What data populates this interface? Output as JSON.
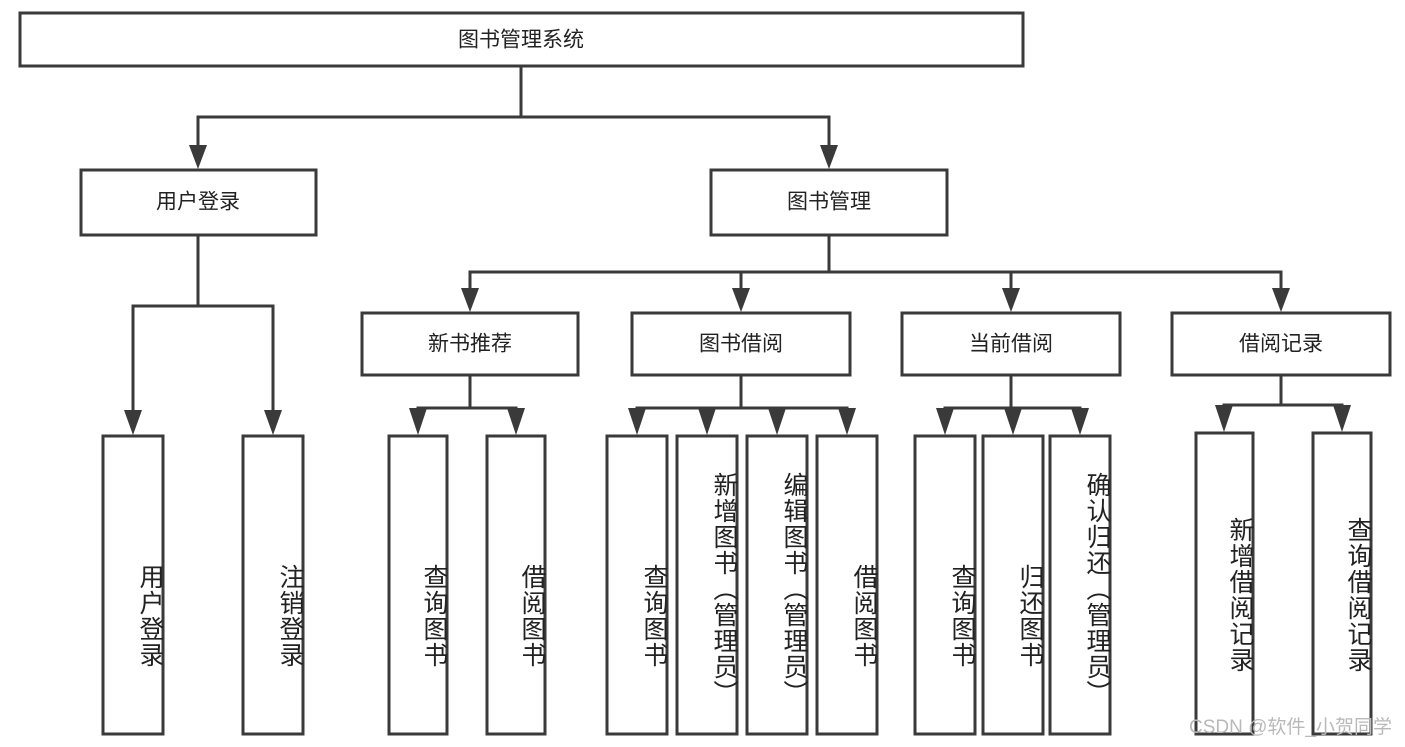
{
  "diagram": {
    "title_node": {
      "label": "图书管理系统"
    },
    "level2": [
      {
        "id": "user-login",
        "label": "用户登录"
      },
      {
        "id": "book-management",
        "label": "图书管理"
      }
    ],
    "level3": [
      {
        "id": "new-book-recommend",
        "label": "新书推荐"
      },
      {
        "id": "book-borrow",
        "label": "图书借阅"
      },
      {
        "id": "current-borrow",
        "label": "当前借阅"
      },
      {
        "id": "borrow-record",
        "label": "借阅记录"
      }
    ],
    "leaves": [
      {
        "id": "leaf-user-login",
        "label": "用户登录",
        "parent": "user-login"
      },
      {
        "id": "leaf-logout-login",
        "label": "注销登录",
        "parent": "user-login"
      },
      {
        "id": "leaf-query-book-1",
        "label": "查询图书",
        "parent": "new-book-recommend"
      },
      {
        "id": "leaf-borrow-book-1",
        "label": "借阅图书",
        "parent": "new-book-recommend"
      },
      {
        "id": "leaf-query-book-2",
        "label": "查询图书",
        "parent": "book-borrow"
      },
      {
        "id": "leaf-add-book",
        "label": "新增图书（管理员）",
        "parent": "book-borrow"
      },
      {
        "id": "leaf-edit-book",
        "label": "编辑图书（管理员）",
        "parent": "book-borrow"
      },
      {
        "id": "leaf-borrow-book-2",
        "label": "借阅图书",
        "parent": "book-borrow"
      },
      {
        "id": "leaf-query-book-3",
        "label": "查询图书",
        "parent": "current-borrow"
      },
      {
        "id": "leaf-return-book",
        "label": "归还图书",
        "parent": "current-borrow"
      },
      {
        "id": "leaf-confirm-return",
        "label": "确认归还（管理员）",
        "parent": "current-borrow"
      },
      {
        "id": "leaf-add-record",
        "label": "新增借阅记录",
        "parent": "borrow-record"
      },
      {
        "id": "leaf-query-record",
        "label": "查询借阅记录",
        "parent": "borrow-record"
      }
    ]
  },
  "watermark": {
    "text": "CSDN @软件_小贺同学"
  },
  "colors": {
    "stroke": "#3a3a3a",
    "box_fill": "#ffffff",
    "text": "#222222",
    "watermark": "#b9b9b9",
    "background": "#ffffff"
  }
}
